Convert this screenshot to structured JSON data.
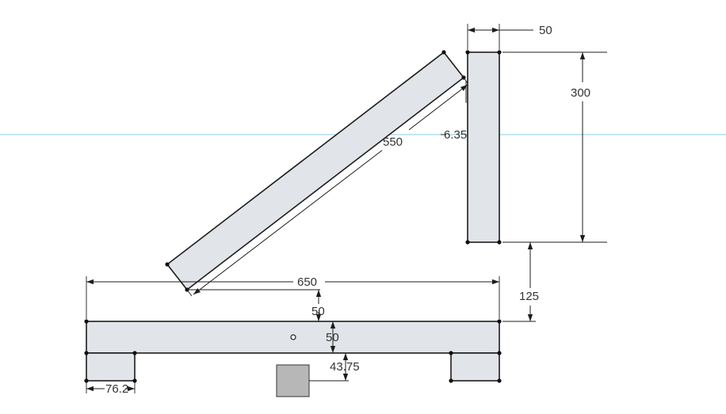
{
  "sketch": {
    "guide_color": "#8ecbea",
    "part_fill": "#e1e4e8",
    "block_fill": "#b7b7b7",
    "dimensions": {
      "post_width": "50",
      "post_height": "300",
      "brace_length": "550",
      "brace_offset": "6.35",
      "gap_height": "125",
      "base_length": "650",
      "top_offset": "50",
      "base_height": "50",
      "block_offset": "43.75",
      "foot_width": "76.2"
    }
  }
}
